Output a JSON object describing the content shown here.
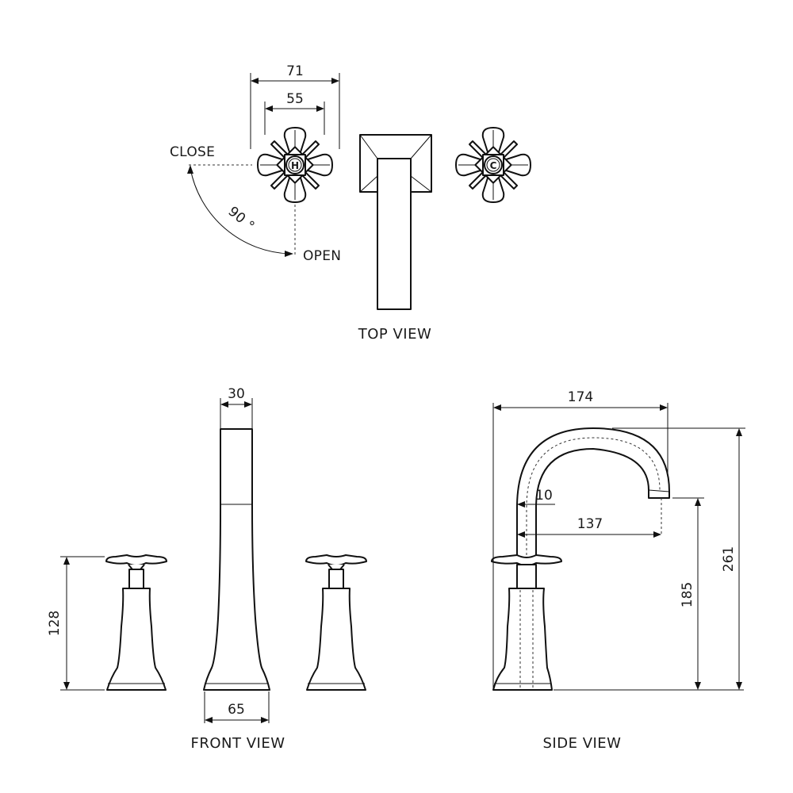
{
  "views": {
    "top": "TOP VIEW",
    "front": "FRONT VIEW",
    "side": "SIDE VIEW"
  },
  "labels": {
    "close": "CLOSE",
    "open": "OPEN",
    "angle": "90 °",
    "hot": "H",
    "cold": "C"
  },
  "dimensions": {
    "top_handle_outer": "71",
    "top_handle_inner": "55",
    "front_spout_width": "30",
    "front_spout_base": "65",
    "front_handle_height": "128",
    "side_reach": "174",
    "side_offset": "10",
    "side_inner_reach": "137",
    "side_outlet_height": "185",
    "side_total_height": "261"
  }
}
